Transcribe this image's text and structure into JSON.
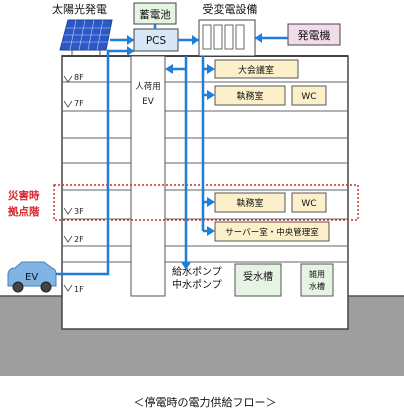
{
  "labels": {
    "solar": "太陽光発電",
    "battery": "蓄電池",
    "substation": "受変電設備",
    "generator": "発電機",
    "pcs": "PCS",
    "elevator_line1": "人荷用",
    "elevator_line2": "EV",
    "ev": "EV",
    "disaster_line1": "災害時",
    "disaster_line2": "拠点階",
    "caption": "＜停電時の電力供給フロー＞"
  },
  "floors": [
    "8F",
    "7F",
    "3F",
    "2F",
    "1F"
  ],
  "rooms": {
    "hall": "大会議室",
    "office7": "執務室",
    "wc7": "WC",
    "office3": "執務室",
    "wc3": "WC",
    "server": "サーバー室・中央管理室",
    "pump_line1": "給水ポンプ",
    "pump_line2": "中水ポンプ",
    "water_tank": "受水槽",
    "misc_line1": "雑用",
    "misc_line2": "水槽"
  },
  "colors": {
    "flow_line": "#1f7fd8",
    "room_fill": "#fbf0c9",
    "green_fill": "#e6f4e4",
    "pcs_fill": "#d8e6f6",
    "generator_fill": "#f2dcec",
    "ground_fill": "#9e9e9e",
    "ground_line": "#555555",
    "disaster_red": "#d4282e",
    "panel_blue": "#2c58c8",
    "ev_fill": "#7fb4e4"
  }
}
